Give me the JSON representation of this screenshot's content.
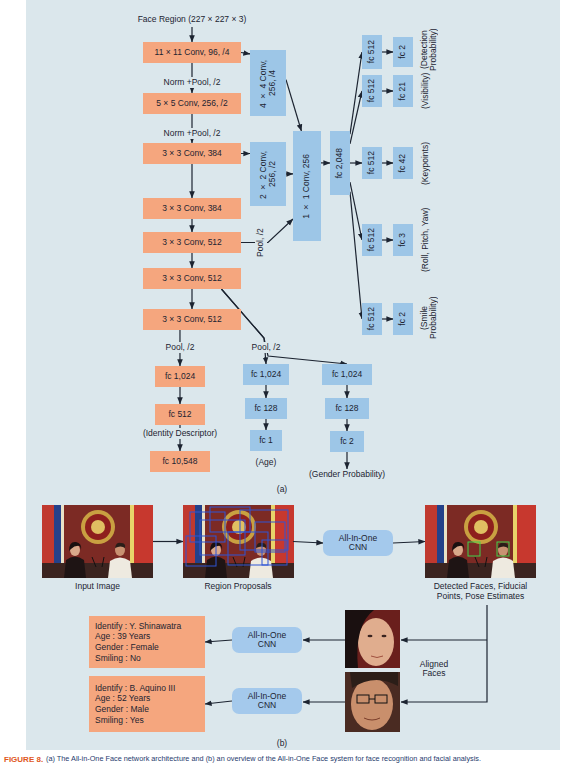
{
  "diagram": {
    "caption": "(a) The All-in-One Face network architecture and (b) an overview of the All-in-One Face system for face recognition and facial analysis.",
    "nodes": [
      {
        "text": [
          "11 × 11 Conv, 96, /4"
        ]
      },
      {
        "text": [
          "4 × 4 Conv, 256, /4"
        ]
      },
      {
        "text": [
          "5 × 5 Conv, 256, /2"
        ]
      },
      {
        "text": [
          "3 × 3 Conv, 384"
        ]
      },
      {
        "text": [
          "2 × 2 Conv, 256, /2"
        ]
      },
      {
        "text": [
          "1 × 1 Conv, 256"
        ]
      },
      {
        "text": [
          "fc 2,048"
        ]
      },
      {
        "text": [
          "fc 512"
        ]
      },
      {
        "text": [
          "fc 2"
        ]
      },
      {
        "text": [
          "fc 512"
        ]
      },
      {
        "text": [
          "fc 21"
        ]
      },
      {
        "text": [
          "fc 512"
        ]
      },
      {
        "text": [
          "fc 42"
        ]
      },
      {
        "text": [
          "fc 512"
        ]
      },
      {
        "text": [
          "fc 3"
        ]
      },
      {
        "text": [
          "3 × 3 Conv, 384"
        ]
      },
      {
        "text": [
          "3 × 3 Conv, 512"
        ]
      },
      {
        "text": [
          "3 × 3 Conv, 512"
        ]
      },
      {
        "text": [
          "fc 512"
        ]
      },
      {
        "text": [
          "fc 2"
        ]
      },
      {
        "text": [
          "3 × 3 Conv, 512"
        ]
      },
      {
        "text": [
          "fc 1,024"
        ]
      },
      {
        "text": [
          "fc 512"
        ]
      },
      {
        "text": [
          "fc 10,548"
        ]
      },
      {
        "text": [
          "fc 1,024"
        ]
      },
      {
        "text": [
          "fc 128"
        ]
      },
      {
        "text": [
          "fc 1"
        ]
      },
      {
        "text": [
          "fc 1,024"
        ]
      },
      {
        "text": [
          "fc 128"
        ]
      },
      {
        "text": [
          "fc 2"
        ]
      },
      {
        "text": [
          "Input Image"
        ]
      },
      {
        "text": [
          "Region Proposals"
        ]
      },
      {
        "text": [
          "All-In-One CNN"
        ]
      },
      {
        "text": [
          "Detected Faces, Fiducial Points, Pose Estimates"
        ]
      },
      {
        "text": [
          "Identify : Y. Shinawatra",
          "Age : 39 Years",
          "Gender : Female",
          "Smiling : No"
        ]
      },
      {
        "text": [
          "All-In-One CNN"
        ]
      },
      {
        "text": [
          "Identify : B. Aquino III",
          "Age : 52 Years",
          "Gender : Male",
          "Smiling : Yes"
        ]
      },
      {
        "text": [
          "All-In-One CNN"
        ]
      }
    ],
    "edges": [
      {
        "from": 0,
        "to": 2,
        "arrow": "to",
        "label": "Norm +Pool, /2"
      },
      {
        "from": 0,
        "to": 1,
        "arrow": "to"
      },
      {
        "from": 2,
        "to": 3,
        "arrow": "to",
        "label": "Norm +Pool, /2"
      },
      {
        "from": 3,
        "to": 4,
        "arrow": "to"
      },
      {
        "from": 3,
        "to": 15,
        "arrow": "to"
      },
      {
        "from": 15,
        "to": 16,
        "arrow": "to"
      },
      {
        "from": 16,
        "to": 17,
        "arrow": "to"
      },
      {
        "from": 16,
        "to": 5,
        "arrow": "to",
        "label": "Pool, /2"
      },
      {
        "from": 1,
        "to": 5,
        "arrow": "to"
      },
      {
        "from": 4,
        "to": 5,
        "arrow": "to"
      },
      {
        "from": 5,
        "to": 6,
        "arrow": "to"
      },
      {
        "from": 6,
        "to": 7,
        "arrow": "to"
      },
      {
        "from": 6,
        "to": 9,
        "arrow": "to"
      },
      {
        "from": 6,
        "to": 11,
        "arrow": "to"
      },
      {
        "from": 6,
        "to": 13,
        "arrow": "to"
      },
      {
        "from": 6,
        "to": 18,
        "arrow": "to"
      },
      {
        "from": 7,
        "to": 8,
        "arrow": "to"
      },
      {
        "from": 9,
        "to": 10,
        "arrow": "to"
      },
      {
        "from": 11,
        "to": 12,
        "arrow": "to"
      },
      {
        "from": 13,
        "to": 14,
        "arrow": "to"
      },
      {
        "from": 18,
        "to": 19,
        "arrow": "to"
      },
      {
        "from": 17,
        "to": 20,
        "arrow": "to"
      },
      {
        "from": 20,
        "to": 21,
        "arrow": "to",
        "label": "Pool, /2"
      },
      {
        "from": 21,
        "to": 22,
        "arrow": "to"
      },
      {
        "from": 22,
        "to": 23,
        "arrow": "to"
      },
      {
        "from": 17,
        "to": 24,
        "arrow": "to",
        "label": "Pool, /2"
      },
      {
        "from": 17,
        "to": 27,
        "arrow": "to"
      },
      {
        "from": 24,
        "to": 25,
        "arrow": "to"
      },
      {
        "from": 25,
        "to": 26,
        "arrow": "to"
      },
      {
        "from": 27,
        "to": 28,
        "arrow": "to"
      },
      {
        "from": 28,
        "to": 29,
        "arrow": "to"
      },
      {
        "from": 30,
        "to": 31,
        "arrow": "to"
      },
      {
        "from": 31,
        "to": 32,
        "arrow": "to"
      },
      {
        "from": 32,
        "to": 33,
        "arrow": "to"
      },
      {
        "from": 35,
        "to": 34,
        "arrow": "to"
      },
      {
        "from": 37,
        "to": 36,
        "arrow": "to"
      }
    ],
    "labels": [
      "Face Region (227 × 227 × 3)",
      "(Identity Descriptor)",
      "(Detection Probability)",
      "(Visibility)",
      "(Keypoints)",
      "(Roll, Pitch, Yaw)",
      "(Smile Probability)",
      "(Age)",
      "(Gender Probability)",
      "(a)",
      "Aligned Faces",
      "(b)",
      "FIGURE 8."
    ]
  }
}
